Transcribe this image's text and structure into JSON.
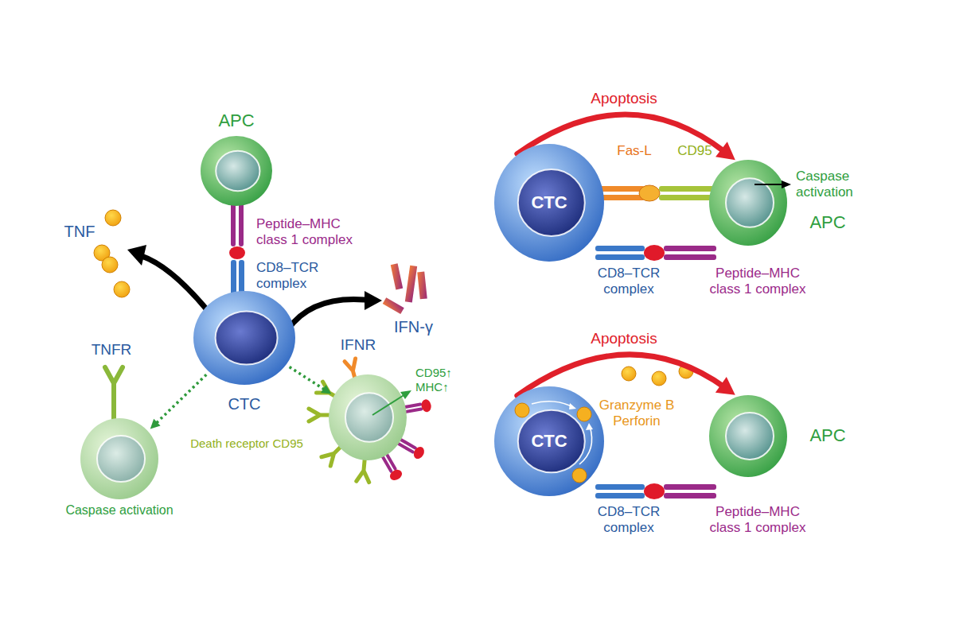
{
  "diagram": {
    "nodes": [
      {
        "text": [
          "APC"
        ]
      },
      {
        "text": [
          "CTC"
        ]
      },
      {
        "text": [
          "TNFR",
          "Caspase activation"
        ]
      },
      {
        "text": [
          "IFNR"
        ]
      },
      {
        "text": [
          "CTC"
        ]
      },
      {
        "text": [
          "APC"
        ]
      },
      {
        "text": [
          "CTC"
        ]
      },
      {
        "text": [
          "APC"
        ]
      }
    ],
    "edges": [
      {
        "from": 1,
        "to": 2,
        "arrow": "to"
      },
      {
        "from": 1,
        "to": 3,
        "arrow": "to"
      },
      {
        "from": 4,
        "to": 5,
        "label": "Apoptosis",
        "arrow": "to"
      },
      {
        "from": 6,
        "to": 7,
        "label": "Apoptosis",
        "arrow": "to"
      }
    ],
    "labels": [
      "TNF",
      "Peptide–MHC class 1 complex",
      "CD8–TCR complex",
      "IFN-γ",
      "Death receptor CD95",
      "CD95↑ MHC↑",
      "Fas-L",
      "CD95",
      "Caspase activation",
      "CD8–TCR complex",
      "Peptide–MHC class 1 complex",
      "Granzyme B Perforin",
      "CD8–TCR complex",
      "Peptide–MHC class 1 complex"
    ]
  }
}
